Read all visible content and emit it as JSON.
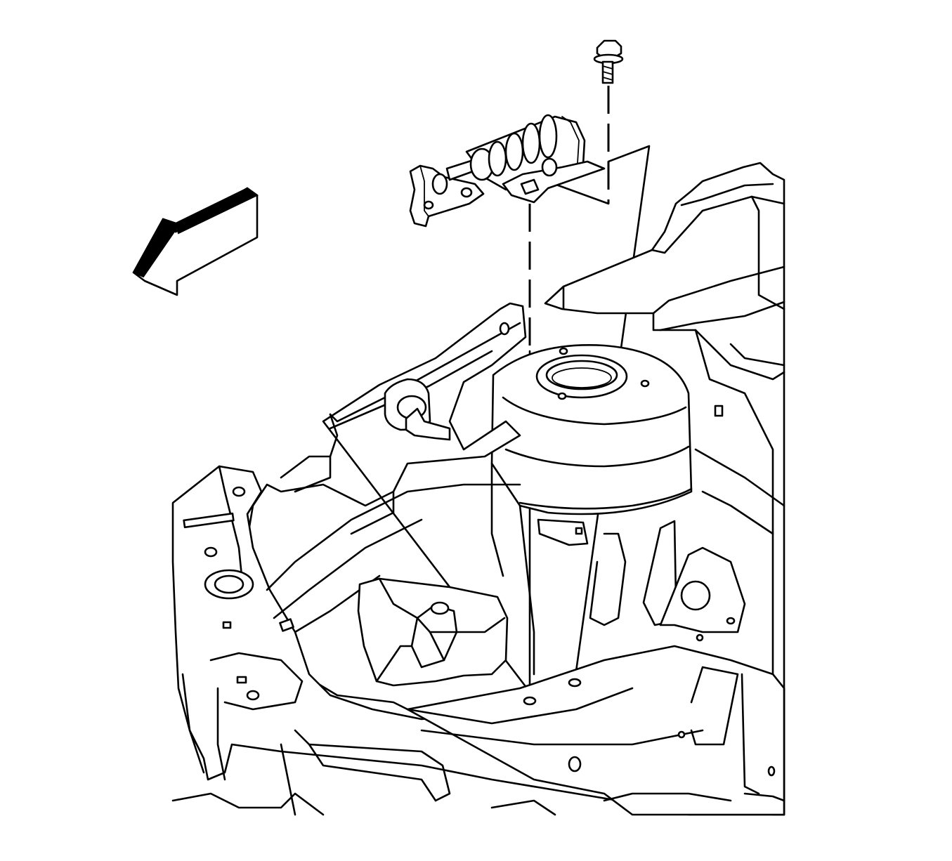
{
  "diagram": {
    "view": "exploded-installation-view",
    "components": [
      {
        "name": "bolt",
        "icon": "bolt-icon"
      },
      {
        "name": "bracket-with-bushing",
        "icon": "bracket-icon"
      },
      {
        "name": "vehicle-body-structure",
        "icon": "body-panel-icon"
      }
    ],
    "direction_arrow": {
      "icon": "front-direction-arrow-icon",
      "pointing": "lower-left"
    },
    "colors": {
      "line": "#000000",
      "background": "#ffffff"
    }
  }
}
